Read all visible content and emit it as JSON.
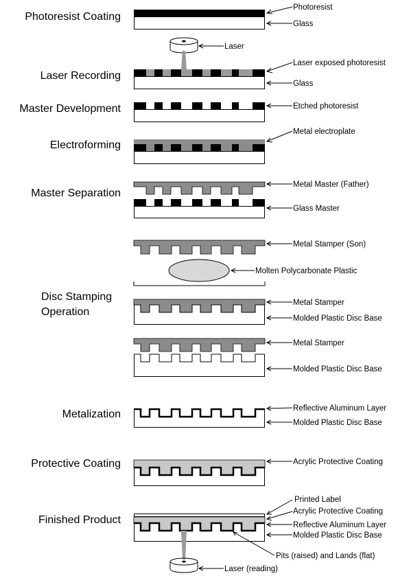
{
  "stages": {
    "photoresist_coating": "Photoresist Coating",
    "laser_recording": "Laser Recording",
    "master_development": "Master Development",
    "electroforming": "Electroforming",
    "master_separation": "Master Separation",
    "disc_stamping_1": "Disc Stamping",
    "disc_stamping_2": "Operation",
    "metalization": "Metalization",
    "protective_coating": "Protective Coating",
    "finished_product": "Finished Product"
  },
  "labels": {
    "photoresist": "Photoresist",
    "glass": "Glass",
    "laser": "Laser",
    "laser_exposed_photoresist": "Laser exposed photoresist",
    "etched_photoresist": "Etched photoresist",
    "metal_electroplate": "Metal electroplate",
    "metal_master_father": "Metal Master (Father)",
    "glass_master": "Glass Master",
    "metal_stamper_son": "Metal Stamper (Son)",
    "molten_polycarbonate": "Molten Polycarbonate Plastic",
    "metal_stamper": "Metal Stamper",
    "molded_plastic_disc_base": "Molded Plastic Disc Base",
    "reflective_aluminum_layer": "Reflective Aluminum Layer",
    "acrylic_protective_coating": "Acrylic Protective Coating",
    "printed_label": "Printed Label",
    "pits_and_lands": "Pits (raised) and Lands (flat)",
    "laser_reading": "Laser (reading)"
  },
  "colors": {
    "photoresist": "#000000",
    "exposed": "#9a9a9a",
    "metal": "#8c8c8c",
    "plastic_blob": "#d8d8d8",
    "coating": "#c8c8c8"
  }
}
